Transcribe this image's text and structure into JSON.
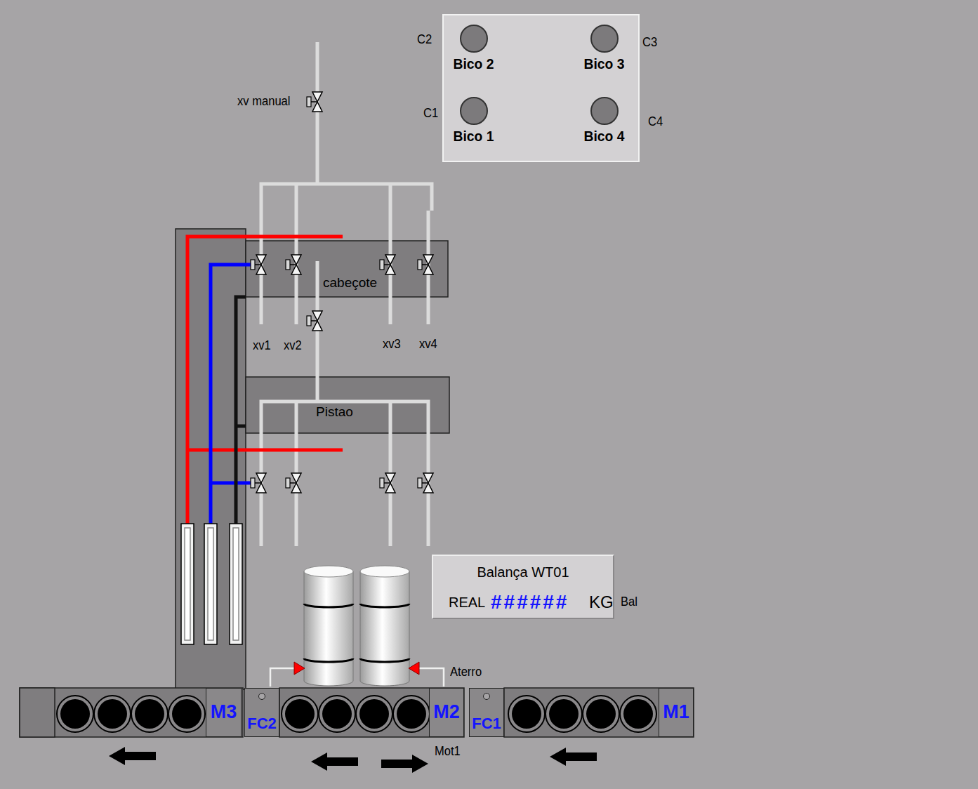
{
  "diagram": {
    "nodes": [
      {
        "text": [
          "Bico 2"
        ]
      },
      {
        "text": [
          "Bico 3"
        ]
      },
      {
        "text": [
          "Bico 1"
        ]
      },
      {
        "text": [
          "Bico 4"
        ]
      },
      {
        "text": [
          "cabeçote"
        ]
      },
      {
        "text": [
          "Pistao"
        ]
      },
      {
        "text": [
          "Balança WT01",
          "REAL",
          "######",
          "KG"
        ]
      },
      {
        "text": [
          "M3"
        ]
      },
      {
        "text": [
          "FC2"
        ]
      },
      {
        "text": [
          "M2"
        ]
      },
      {
        "text": [
          "FC1"
        ]
      },
      {
        "text": [
          "M1"
        ]
      }
    ],
    "labels": [
      "C2",
      "C3",
      "C1",
      "C4",
      "xv manual",
      "xv1",
      "xv2",
      "xv3",
      "xv4",
      "Bal",
      "Aterro",
      "Mot1"
    ]
  }
}
